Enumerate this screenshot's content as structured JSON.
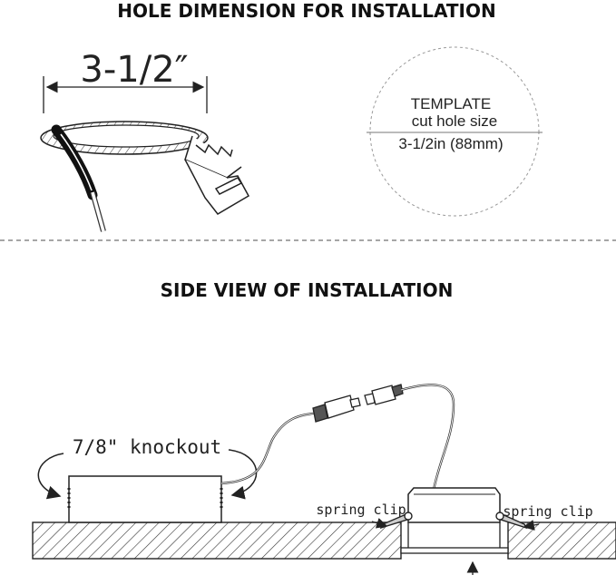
{
  "titles": {
    "hole_dimension": "HOLE DIMENSION FOR INSTALLATION",
    "side_view": "SIDE VIEW OF INSTALLATION"
  },
  "dimension": {
    "label": "3-1/2″"
  },
  "template": {
    "line1": "TEMPLATE",
    "line2": "cut hole size",
    "line3": "3-1/2in (88mm)"
  },
  "side_view": {
    "knockout_label": "7/8\" knockout",
    "spring_clip_left": "spring clip",
    "spring_clip_right": "spring clip"
  }
}
